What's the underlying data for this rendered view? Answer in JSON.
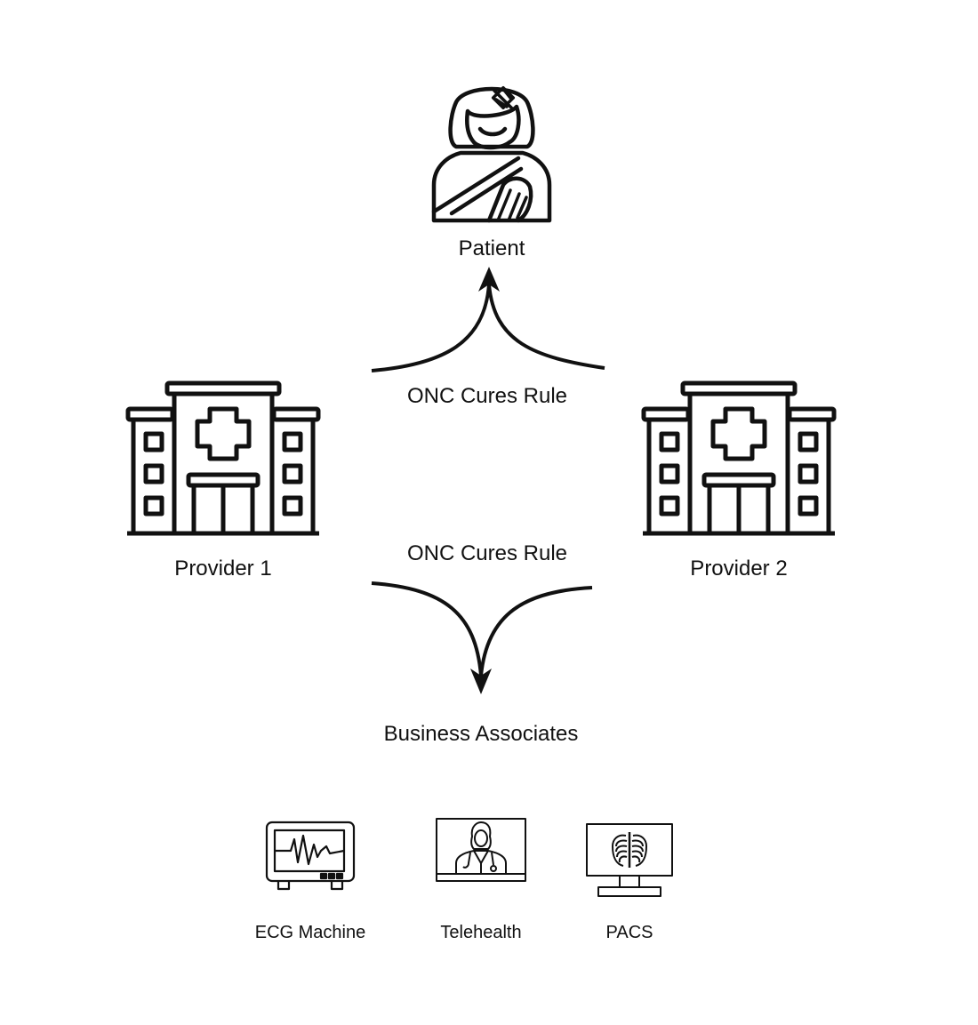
{
  "patient": {
    "label": "Patient",
    "icon": "patient-injured-icon"
  },
  "providers": [
    {
      "label": "Provider 1",
      "icon": "hospital-building-icon"
    },
    {
      "label": "Provider 2",
      "icon": "hospital-building-icon"
    }
  ],
  "rules": {
    "top": "ONC Cures Rule",
    "bottom": "ONC Cures Rule"
  },
  "business_associates": {
    "label": "Business Associates",
    "items": [
      {
        "label": "ECG Machine",
        "icon": "ecg-monitor-icon"
      },
      {
        "label": "Telehealth",
        "icon": "telehealth-doctor-icon"
      },
      {
        "label": "PACS",
        "icon": "xray-monitor-icon"
      }
    ]
  },
  "colors": {
    "stroke": "#111111",
    "background": "#ffffff"
  }
}
